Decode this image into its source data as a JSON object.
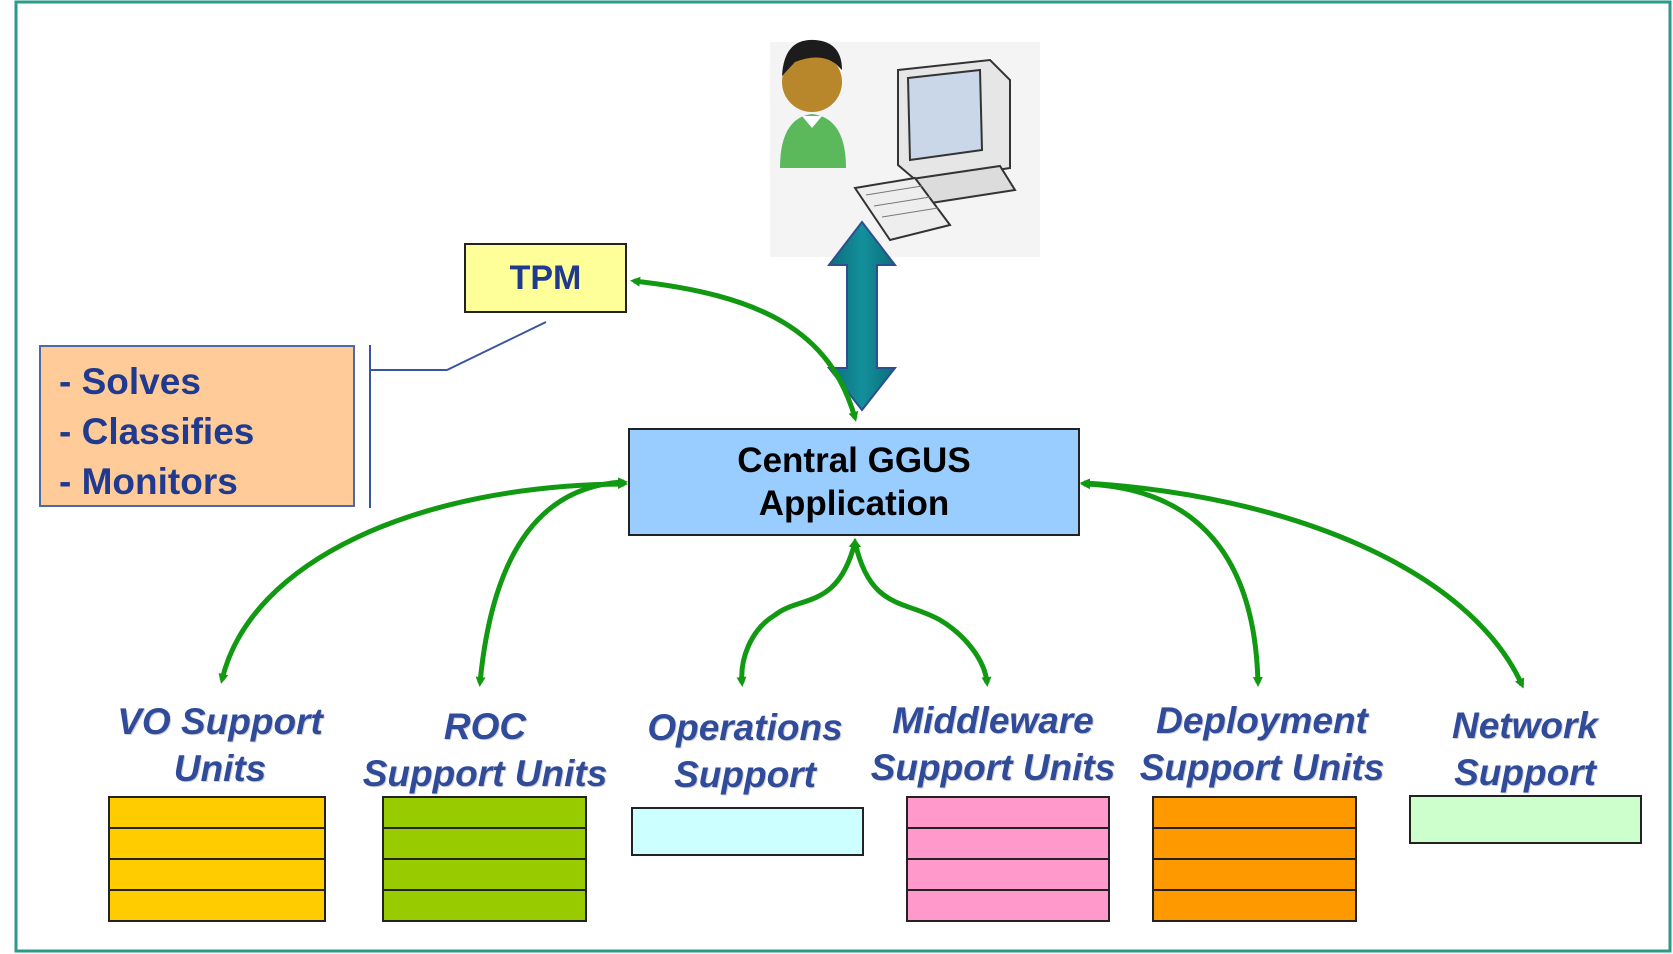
{
  "tpm": {
    "label": "TPM"
  },
  "ggus": {
    "line1": "Central GGUS",
    "line2": "Application"
  },
  "functions": {
    "items": [
      "- Solves",
      "- Classifies",
      "- Monitors"
    ]
  },
  "units": [
    {
      "line1": "VO Support",
      "line2": "Units",
      "color": "#ffcc00",
      "rows": 4
    },
    {
      "line1": "ROC",
      "line2": "Support Units",
      "color": "#99cc00",
      "rows": 4
    },
    {
      "line1": "Operations",
      "line2": "Support",
      "color": "#ccffff",
      "rows": 1
    },
    {
      "line1": "Middleware",
      "line2": "Support Units",
      "color": "#ff99cc",
      "rows": 4
    },
    {
      "line1": "Deployment",
      "line2": "Support Units",
      "color": "#ff9900",
      "rows": 4
    },
    {
      "line1": "Network",
      "line2": "Support",
      "color": "#ccffcc",
      "rows": 1
    }
  ],
  "colors": {
    "arrow": "#119911",
    "double_arrow": "#0b7c86",
    "frame": "#2a9a8a"
  }
}
